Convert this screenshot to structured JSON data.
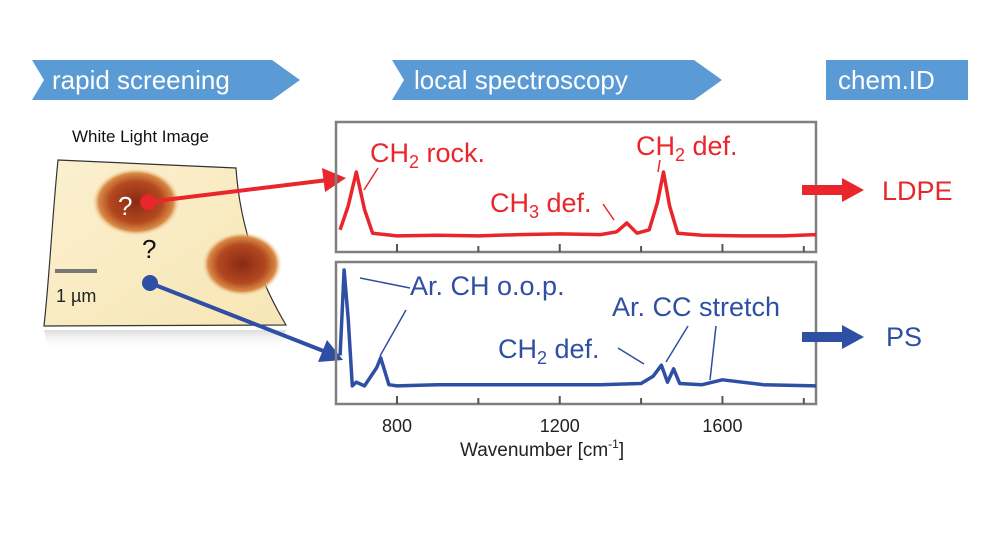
{
  "banners": {
    "screening": "rapid screening",
    "spectroscopy": "local spectroscopy",
    "chem_id": "chem.ID"
  },
  "image_panel": {
    "title": "White Light Image",
    "scale_bar": "1 µm",
    "query_mark": "?"
  },
  "spectrum_top": {
    "peaks": [
      {
        "main": "CH",
        "sub": "2",
        "rest": " rock."
      },
      {
        "main": "CH",
        "sub": "3",
        "rest": " def."
      },
      {
        "main": "CH",
        "sub": "2",
        "rest": " def."
      }
    ],
    "result": "LDPE"
  },
  "spectrum_bottom": {
    "peaks": [
      {
        "text": "Ar. CH o.o.p."
      },
      {
        "text": "Ar. CC stretch"
      },
      {
        "main": "CH",
        "sub": "2",
        "rest": " def."
      }
    ],
    "result": "PS"
  },
  "axis": {
    "ticks": [
      "800",
      "1200",
      "1600"
    ],
    "title_main": "Wavenumber [cm",
    "title_sup": "-1",
    "title_end": "]"
  },
  "colors": {
    "banner": "#5b9bd5",
    "red": "#e8262c",
    "blue": "#2e4fa3",
    "frame": "#808080"
  },
  "chart_data": [
    {
      "type": "line",
      "x": [
        660,
        680,
        700,
        720,
        740,
        800,
        900,
        1000,
        1100,
        1200,
        1300,
        1340,
        1365,
        1390,
        1420,
        1440,
        1455,
        1470,
        1490,
        1550,
        1650,
        1750,
        1830
      ],
      "y": [
        0.15,
        0.5,
        1.0,
        0.45,
        0.1,
        0.06,
        0.07,
        0.06,
        0.08,
        0.09,
        0.08,
        0.12,
        0.25,
        0.1,
        0.15,
        0.55,
        1.0,
        0.5,
        0.1,
        0.07,
        0.06,
        0.06,
        0.08
      ],
      "xlim": [
        650,
        1830
      ]
    },
    {
      "type": "line",
      "x": [
        660,
        670,
        680,
        690,
        700,
        720,
        750,
        760,
        780,
        800,
        900,
        1000,
        1100,
        1200,
        1300,
        1400,
        1430,
        1450,
        1465,
        1480,
        1495,
        1550,
        1600,
        1700,
        1830
      ],
      "y": [
        0.3,
        1.0,
        0.6,
        0.05,
        0.08,
        0.05,
        0.2,
        0.28,
        0.06,
        0.05,
        0.06,
        0.06,
        0.06,
        0.06,
        0.06,
        0.07,
        0.13,
        0.22,
        0.08,
        0.19,
        0.07,
        0.06,
        0.1,
        0.06,
        0.05
      ],
      "xlim": [
        650,
        1830
      ]
    }
  ]
}
